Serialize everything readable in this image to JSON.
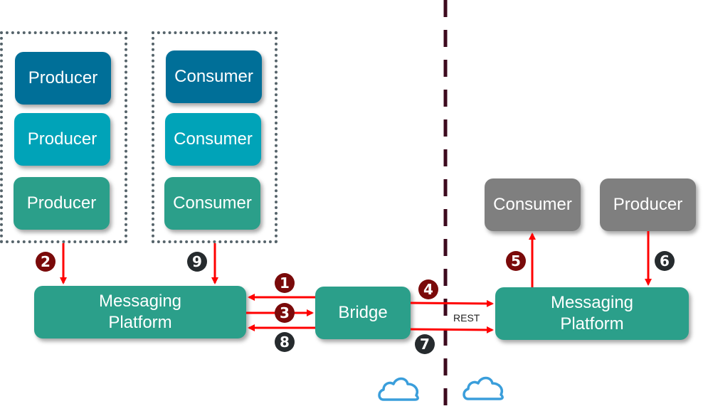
{
  "colors": {
    "dark_blue": "#006f98",
    "cyan": "#00a3b8",
    "teal": "#2b9f8a",
    "gray": "#7f7f7f",
    "arrow_red": "#ff0000",
    "badge_red": "#7a0a0a",
    "badge_dark": "#262b2e",
    "divider": "#3d0a1e",
    "cloud_blue": "#3a9edb",
    "group_border": "#56646b"
  },
  "left_side": {
    "producers": [
      "Producer",
      "Producer",
      "Producer"
    ],
    "consumers": [
      "Consumer",
      "Consumer",
      "Consumer"
    ],
    "messaging_platform": [
      "Messaging",
      "Platform"
    ],
    "bridge": "Bridge"
  },
  "right_side": {
    "consumer": "Consumer",
    "producer": "Producer",
    "messaging_platform": [
      "Messaging",
      "Platform"
    ]
  },
  "rest_label": "REST",
  "steps": [
    {
      "n": "1",
      "style": "red"
    },
    {
      "n": "2",
      "style": "red"
    },
    {
      "n": "3",
      "style": "red"
    },
    {
      "n": "4",
      "style": "red"
    },
    {
      "n": "5",
      "style": "red"
    },
    {
      "n": "6",
      "style": "dark"
    },
    {
      "n": "7",
      "style": "dark"
    },
    {
      "n": "8",
      "style": "dark"
    },
    {
      "n": "9",
      "style": "dark"
    }
  ],
  "icons": [
    "cloud-icon",
    "cloud-icon"
  ]
}
